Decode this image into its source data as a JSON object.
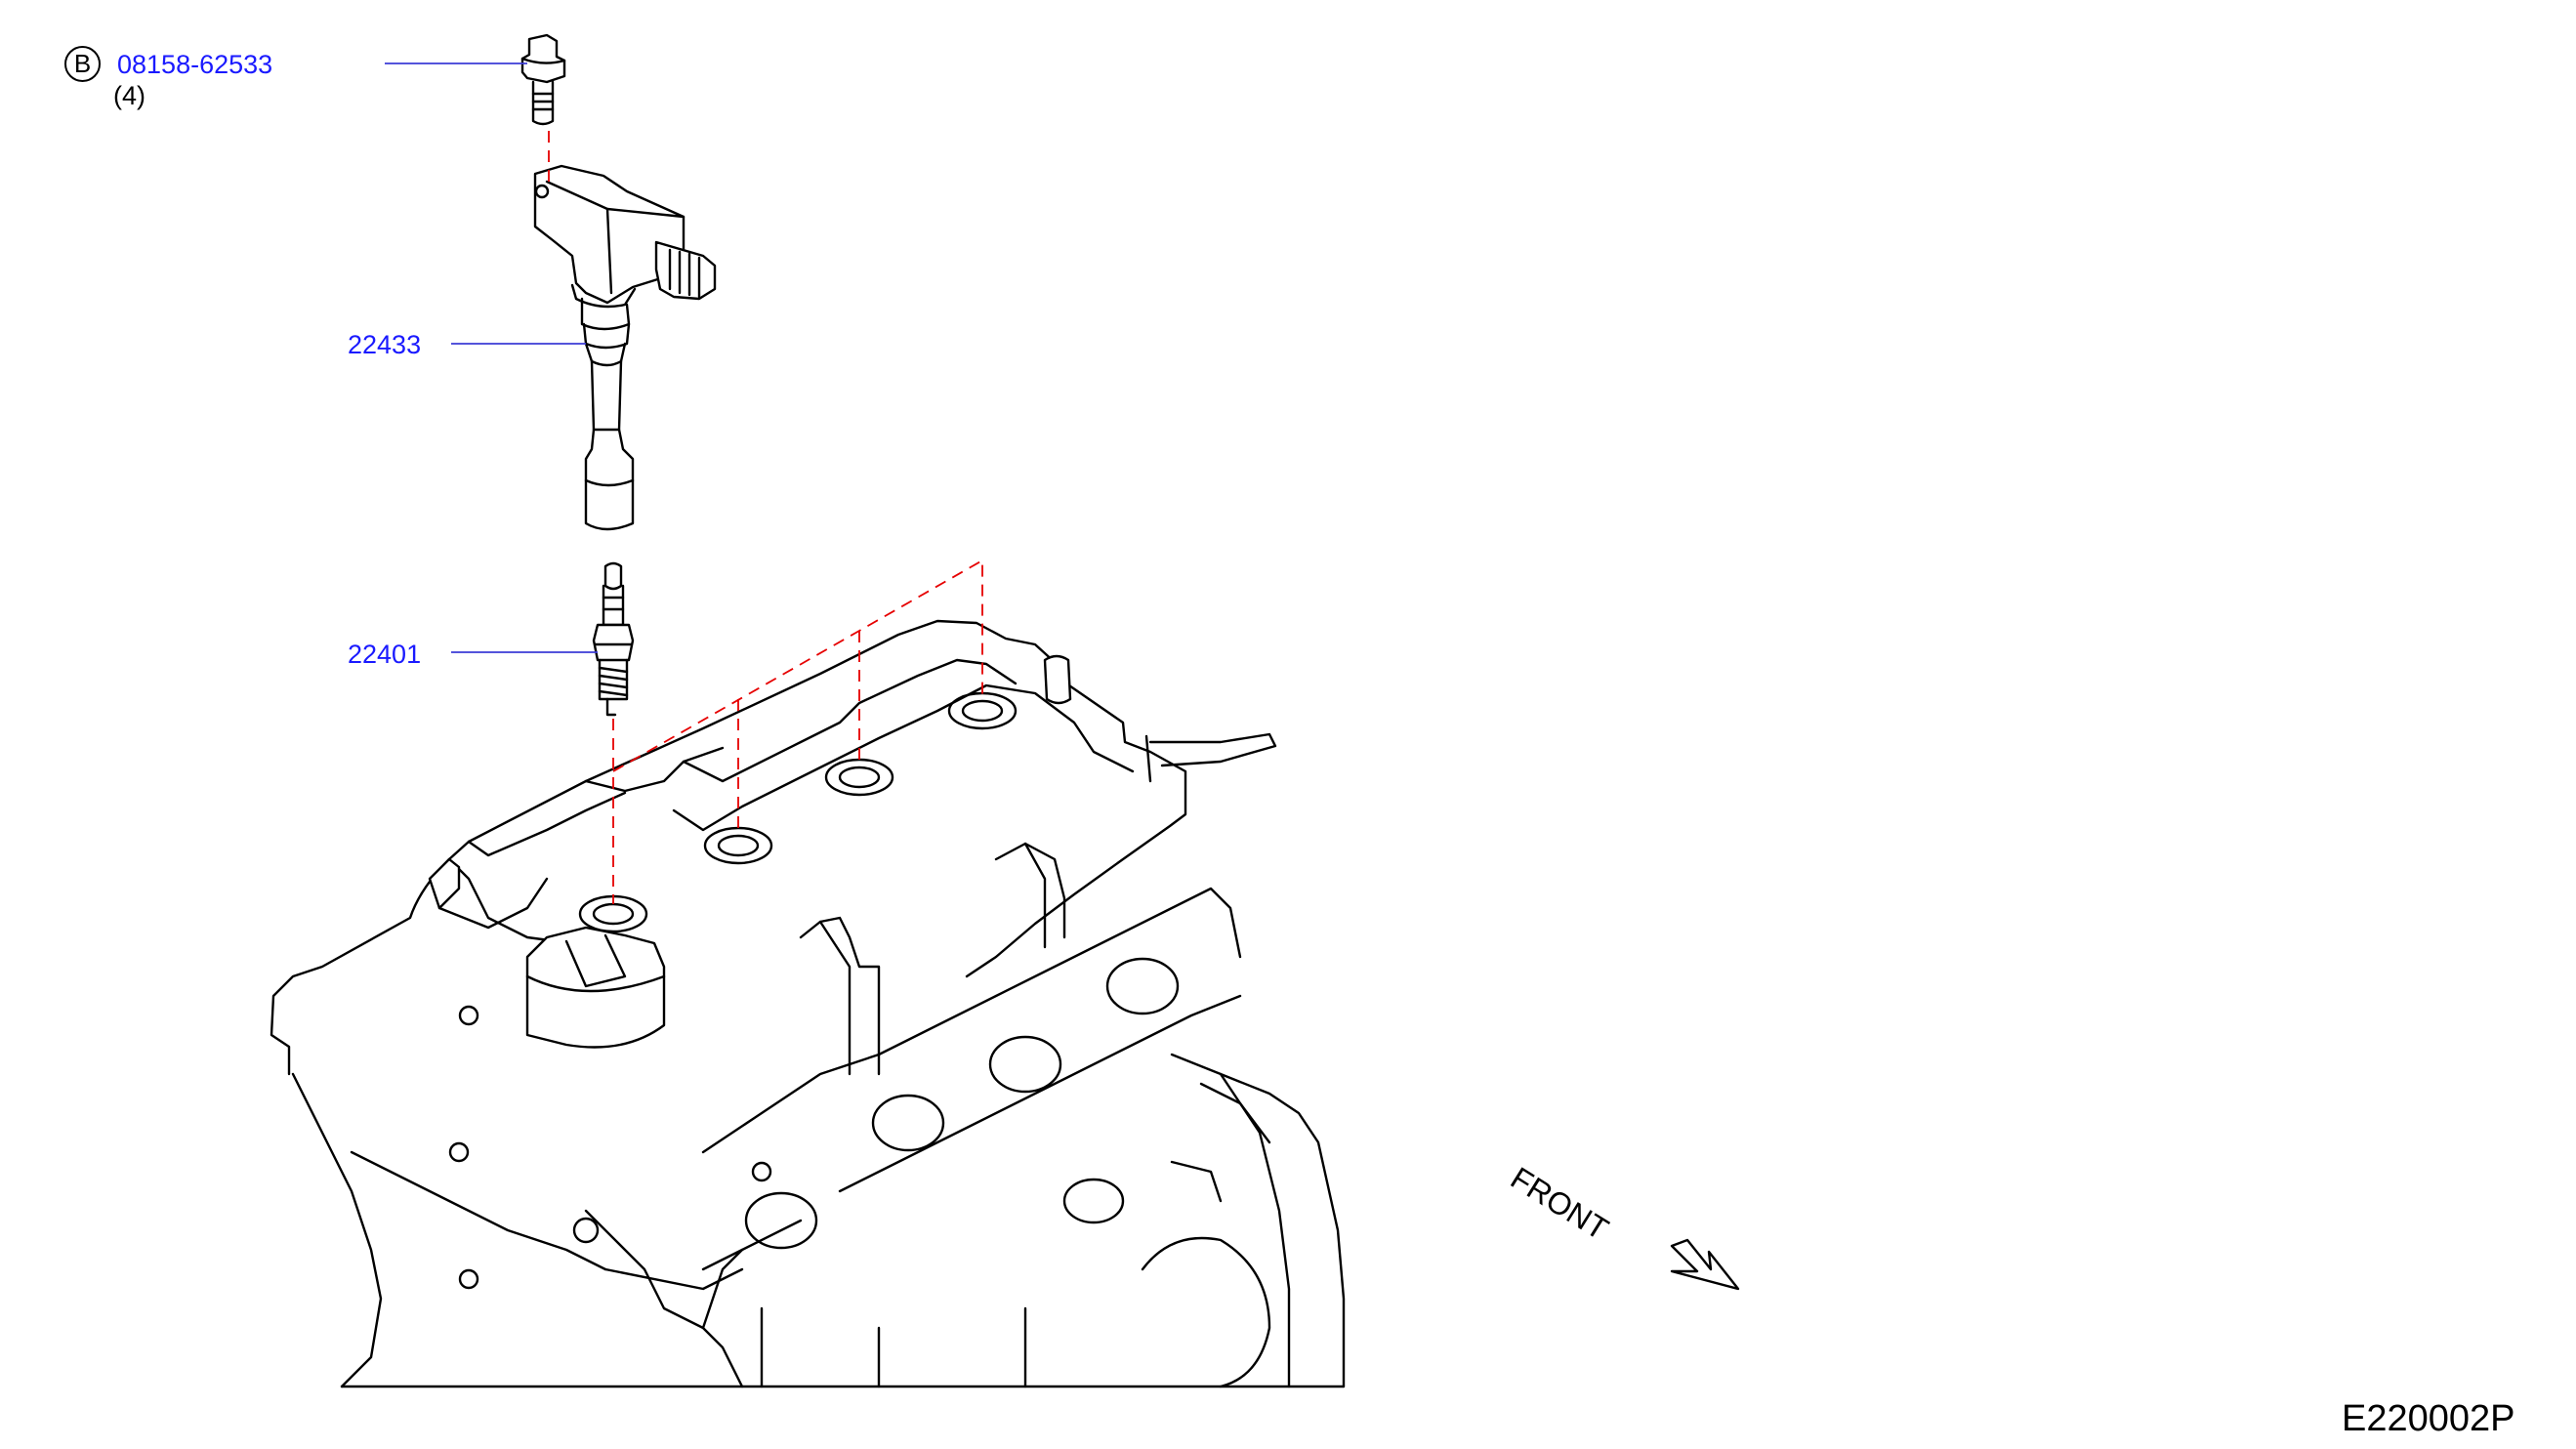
{
  "callouts": {
    "bolt": {
      "badge": "B",
      "part_no": "08158-62533",
      "qty": "(4)"
    },
    "ignition_coil": {
      "part_no": "22433"
    },
    "spark_plug": {
      "part_no": "22401"
    }
  },
  "direction_label": "FRONT",
  "diagram_code": "E220002P",
  "colors": {
    "callout_text": "#1a1aff",
    "leader_line": "#3b3bd6",
    "dashed_guide": "#e60000",
    "line_art": "#000000"
  }
}
